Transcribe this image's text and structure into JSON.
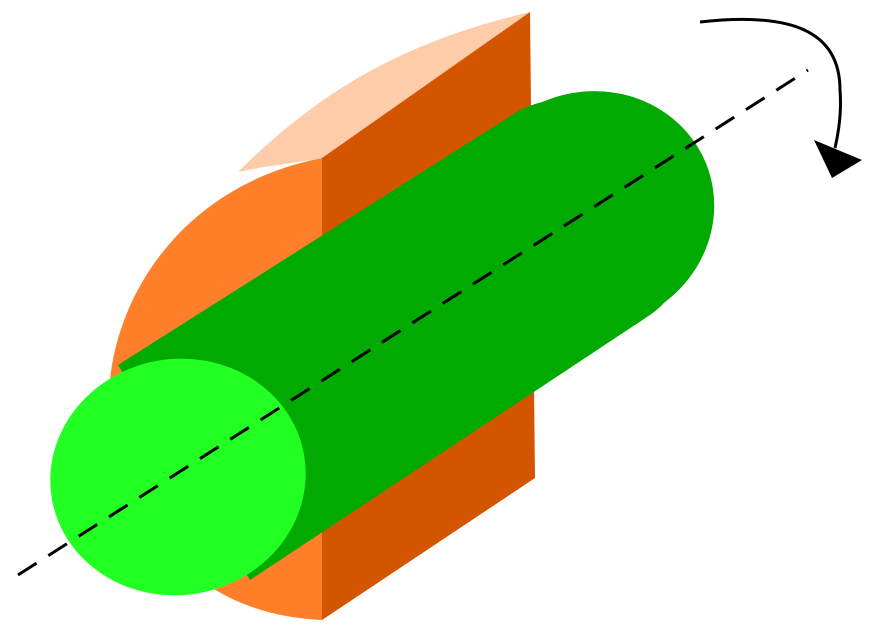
{
  "figure": {
    "description_shapes": [
      "half-cylinder-block",
      "cylinder",
      "rotation-axis",
      "rotation-arrow"
    ]
  },
  "colors": {
    "block_front_face": "#FF7F2A",
    "block_side_face": "#D45500",
    "block_top_face": "#FFCCAA",
    "cylinder_body": "#00AA00",
    "cylinder_cap": "#22FF22",
    "axis_line": "#000000",
    "rotation_arrow": "#000000"
  },
  "icons": {
    "rotation": "curved-arrow-icon"
  }
}
